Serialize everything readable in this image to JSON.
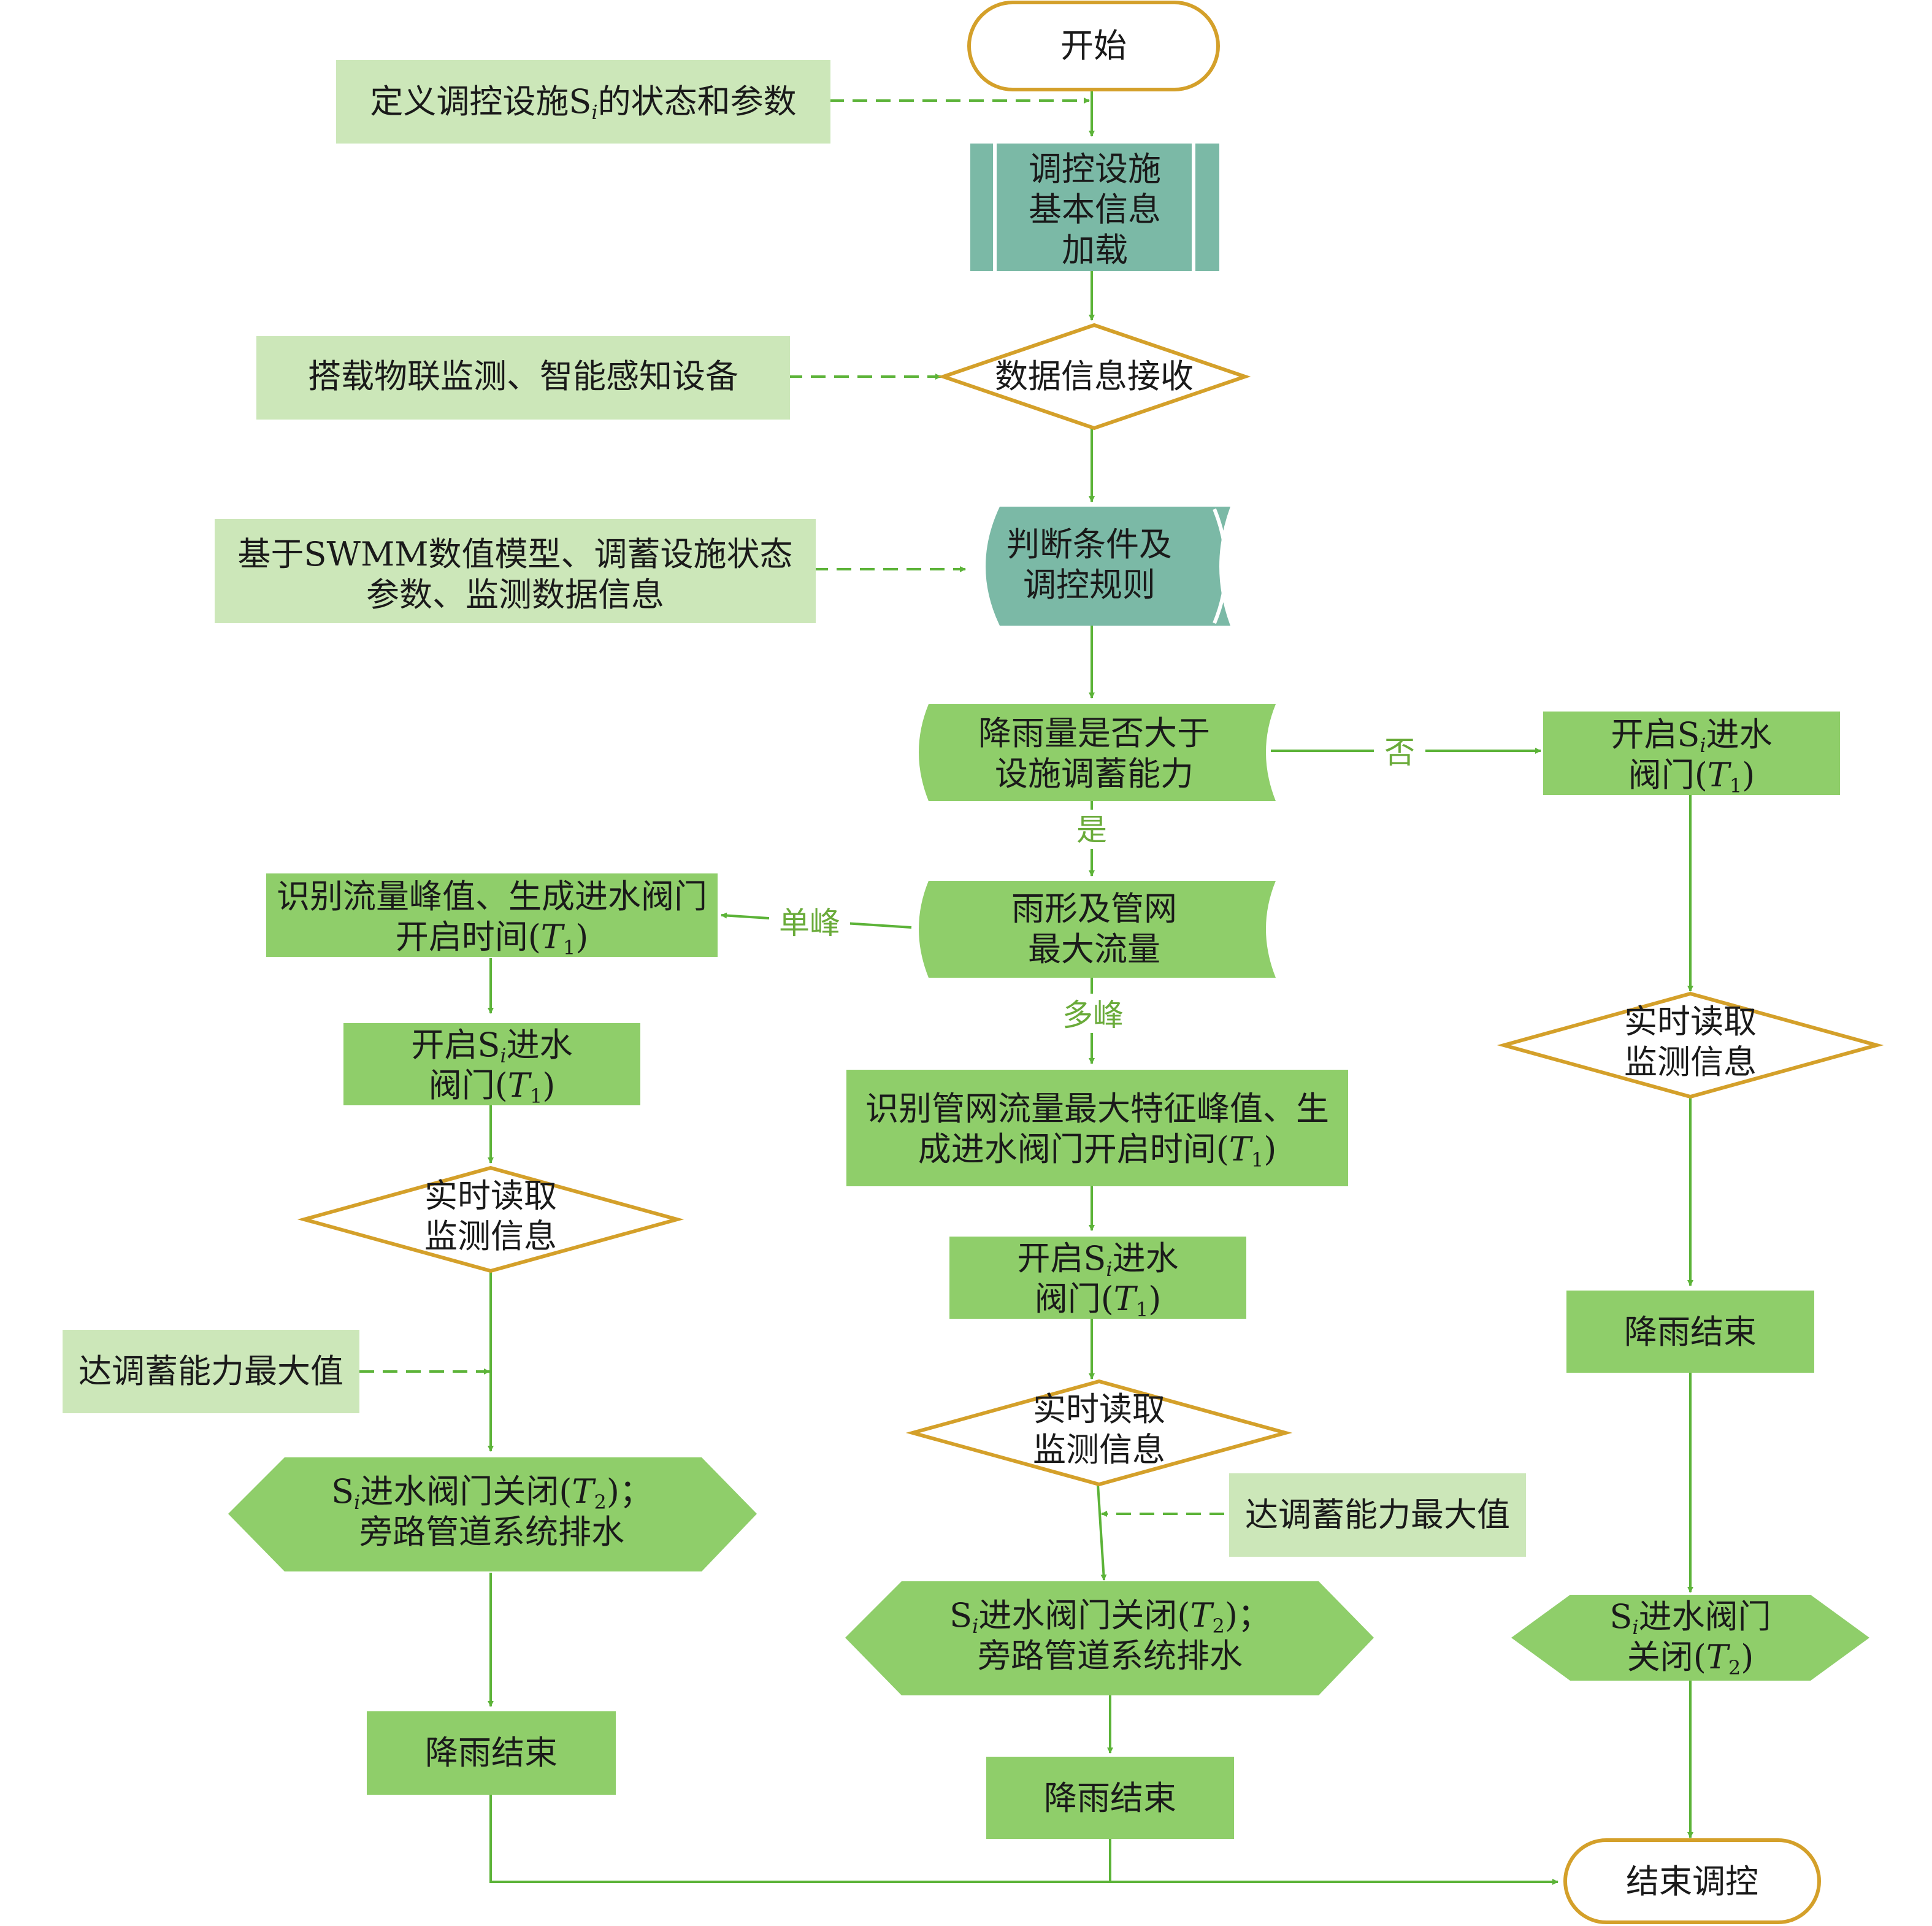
{
  "colors": {
    "flow": "#5cb338",
    "gold": "#d4a02a",
    "process": "#8fce6a",
    "input": "#cce7b9",
    "teal": "#7bb9a6",
    "edge_label": "#6aab3a"
  },
  "nodes": {
    "start": "开始",
    "end": "结束调控",
    "define": {
      "pre": "定义调控设施",
      "s": "S",
      "sub": "i",
      "post": "的状态和参数"
    },
    "load": [
      "调控设施",
      "基本信息",
      "加载"
    ],
    "iot": "搭载物联监测、智能感知设备",
    "receive": "数据信息接收",
    "swmm": [
      "基于SWMM数值模型、调蓄设施状态",
      "参数、监测数据信息"
    ],
    "rules": [
      "判断条件及",
      "调控规则"
    ],
    "rain_q": [
      "降雨量是否大于",
      "设施调蓄能力"
    ],
    "pattern": [
      "雨形及管网",
      "最大流量"
    ],
    "open_pre": "开启",
    "s": "S",
    "i": "i",
    "open_post": "进水",
    "valve": "阀门(",
    "T": "T",
    "one": "1",
    "two": "2",
    "close_paren": ")",
    "right_close_l1_post": "进水阀门",
    "right_close_l2": "关闭(",
    "close_l1_post": "进水阀门关闭(",
    "close_l1_end": ")；",
    "close_l2": "旁路管道系统排水",
    "left_ident_l1": "识别流量峰值、生成进水阀门",
    "left_ident_l2": "开启时间(",
    "mid_ident_l1": "识别管网流量最大特征峰值、生",
    "mid_ident_l2": "成进水阀门开启时间(",
    "monitor": [
      "实时读取",
      "监测信息"
    ],
    "max_cap": "达调蓄能力最大值",
    "rain_end": "降雨结束"
  },
  "edge_labels": {
    "no": "否",
    "yes": "是",
    "single": "单峰",
    "multi": "多峰"
  }
}
